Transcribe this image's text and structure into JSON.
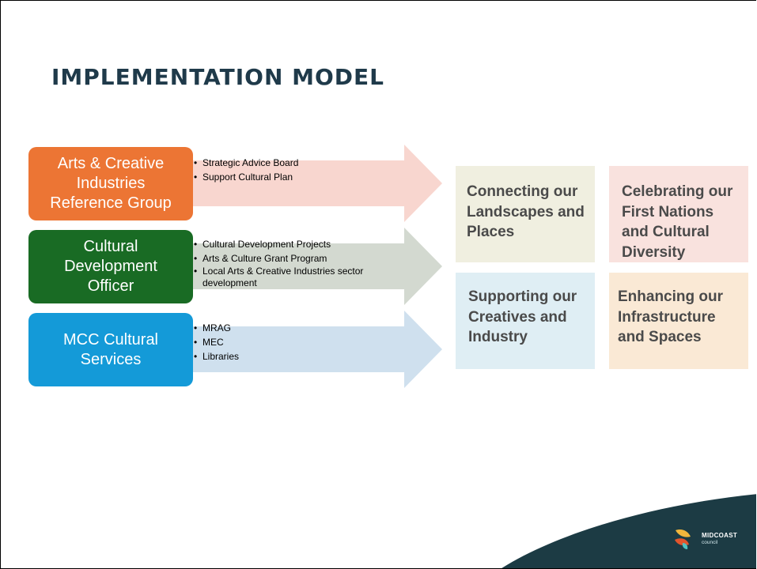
{
  "slide": {
    "title": "IMPLEMENTATION MODEL"
  },
  "colors": {
    "title": "#1f3a4a",
    "orange": "#ec7534",
    "green": "#196b24",
    "blue": "#149ad8",
    "arrow_orange": "#f8d6cf",
    "arrow_green": "#d3d9d0",
    "arrow_blue": "#cfe0ee",
    "corner": "#1c3b44"
  },
  "groups": [
    {
      "label_lines": [
        "Arts & Creative",
        "Industries",
        "Reference Group"
      ],
      "bullets": [
        "Strategic Advice Board",
        "Support Cultural Plan"
      ]
    },
    {
      "label_lines": [
        "Cultural",
        "Development",
        "Officer"
      ],
      "bullets": [
        "Cultural Development Projects",
        "Arts & Culture Grant Program",
        "Local Arts & Creative Industries sector development"
      ]
    },
    {
      "label_lines": [
        "MCC Cultural",
        "Services"
      ],
      "bullets": [
        "MRAG",
        "MEC",
        "Libraries"
      ]
    }
  ],
  "themes": [
    {
      "lines": [
        "Connecting our",
        "Landscapes and",
        "Places"
      ]
    },
    {
      "lines": [
        "Celebrating our",
        "First Nations",
        "and Cultural",
        "Diversity"
      ]
    },
    {
      "lines": [
        "Supporting our",
        "Creatives and",
        "Industry"
      ]
    },
    {
      "lines": [
        "Enhancing our",
        "Infrastructure",
        "and Spaces"
      ]
    }
  ],
  "logo": {
    "name": "MIDCOAST",
    "sub": "council"
  }
}
